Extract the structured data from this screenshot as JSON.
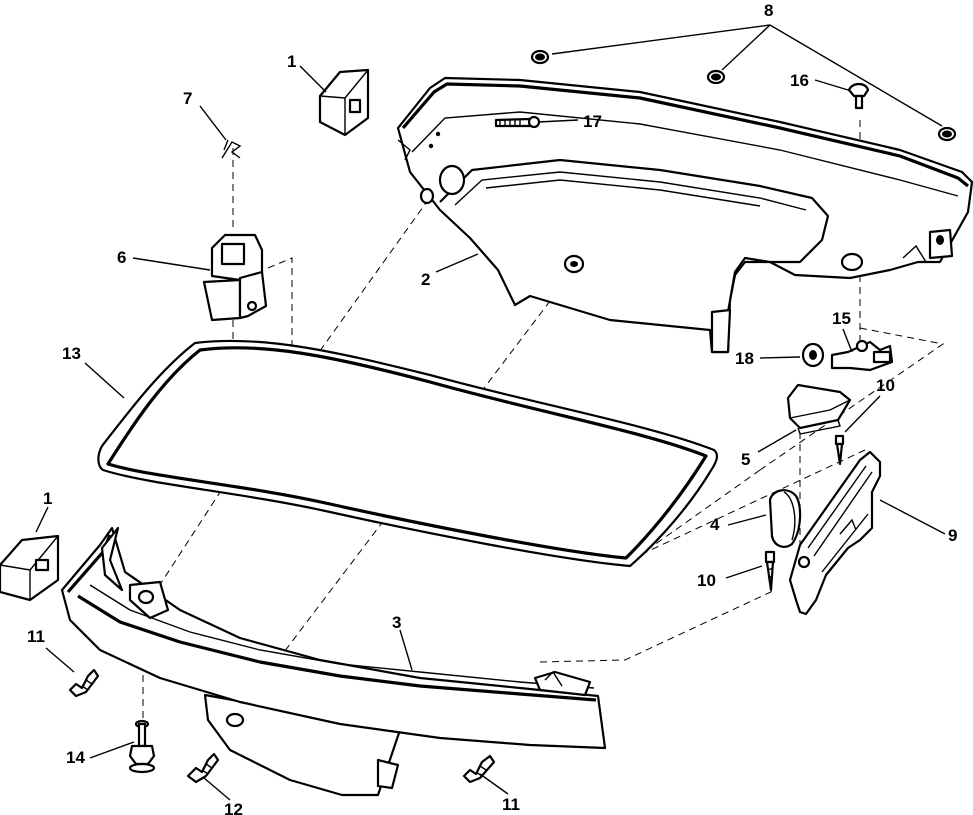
{
  "parts": [
    {
      "key": "p1a",
      "label": "1",
      "icon": "latch-block-icon"
    },
    {
      "key": "p1b",
      "label": "1",
      "icon": "latch-block-icon"
    },
    {
      "key": "p2",
      "label": "2",
      "icon": "upper-cover-icon"
    },
    {
      "key": "p3",
      "label": "3",
      "icon": "lower-cover-icon"
    },
    {
      "key": "p4",
      "label": "4",
      "icon": "cap-icon"
    },
    {
      "key": "p5",
      "label": "5",
      "icon": "latch-plate-icon"
    },
    {
      "key": "p6",
      "label": "6",
      "icon": "latch-bracket-icon"
    },
    {
      "key": "p7",
      "label": "7",
      "icon": "clip-icon"
    },
    {
      "key": "p8",
      "label": "8",
      "icon": "plug-icon"
    },
    {
      "key": "p9",
      "label": "9",
      "icon": "lever-bracket-icon"
    },
    {
      "key": "p10a",
      "label": "10",
      "icon": "screw-icon"
    },
    {
      "key": "p10b",
      "label": "10",
      "icon": "screw-icon"
    },
    {
      "key": "p11a",
      "label": "11",
      "icon": "screw-icon"
    },
    {
      "key": "p11b",
      "label": "11",
      "icon": "screw-icon"
    },
    {
      "key": "p12",
      "label": "12",
      "icon": "screw-icon"
    },
    {
      "key": "p13",
      "label": "13",
      "icon": "seal-icon"
    },
    {
      "key": "p14",
      "label": "14",
      "icon": "bolt-icon"
    },
    {
      "key": "p15",
      "label": "15",
      "icon": "lever-icon"
    },
    {
      "key": "p16",
      "label": "16",
      "icon": "screw-icon"
    },
    {
      "key": "p17",
      "label": "17",
      "icon": "screw-icon"
    },
    {
      "key": "p18",
      "label": "18",
      "icon": "washer-icon"
    }
  ]
}
